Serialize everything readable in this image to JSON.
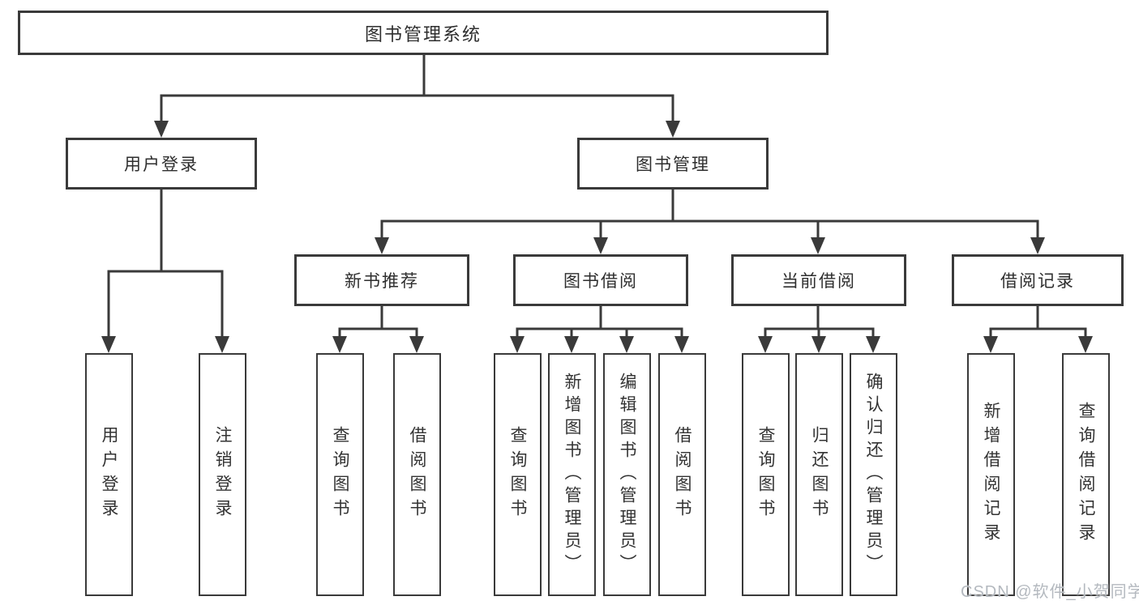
{
  "tree": {
    "root": {
      "label": "图书管理系统"
    },
    "branches": [
      {
        "label": "用户登录",
        "leaves": [
          {
            "label": "用户登录"
          },
          {
            "label": "注销登录"
          }
        ]
      },
      {
        "label": "图书管理",
        "children": [
          {
            "label": "新书推荐",
            "leaves": [
              {
                "label": "查询图书"
              },
              {
                "label": "借阅图书"
              }
            ]
          },
          {
            "label": "图书借阅",
            "leaves": [
              {
                "label": "查询图书"
              },
              {
                "label": "新增图书（管理员）"
              },
              {
                "label": "编辑图书（管理员）"
              },
              {
                "label": "借阅图书"
              }
            ]
          },
          {
            "label": "当前借阅",
            "leaves": [
              {
                "label": "查询图书"
              },
              {
                "label": "归还图书"
              },
              {
                "label": "确认归还（管理员）"
              }
            ]
          },
          {
            "label": "借阅记录",
            "leaves": [
              {
                "label": "新增借阅记录"
              },
              {
                "label": "查询借阅记录"
              }
            ]
          }
        ]
      }
    ]
  },
  "watermark": "CSDN @软件_小贺同学",
  "colors": {
    "line": "#3a3a3a",
    "text": "#2e2e2e",
    "watermark": "#b4b9bf",
    "background": "#ffffff"
  }
}
